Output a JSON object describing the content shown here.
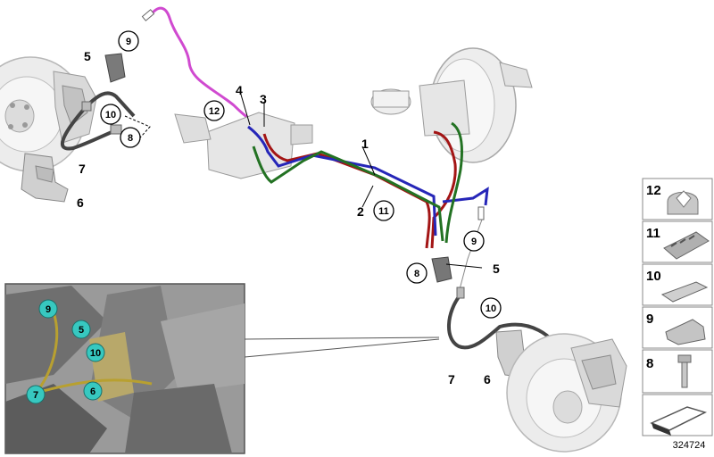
{
  "callouts": {
    "c1": "1",
    "c2": "2",
    "c3": "3",
    "c4": "4",
    "c5a": "5",
    "c5b": "5",
    "c6a": "6",
    "c6b": "6",
    "c7a": "7",
    "c7b": "7",
    "c8a": "8",
    "c8b": "8",
    "c9a": "9",
    "c9b": "9",
    "c10a": "10",
    "c10b": "10",
    "c11": "11",
    "c12": "12"
  },
  "inset_callouts": {
    "i9": "9",
    "i5": "5",
    "i10": "10",
    "i7": "7",
    "i6": "6"
  },
  "legend": [
    "12",
    "11",
    "10",
    "9",
    "8"
  ],
  "reference_number": "324724",
  "colors": {
    "line_magenta": "#d04ad0",
    "line_red": "#a31515",
    "line_blue": "#2626b8",
    "line_green": "#237223",
    "inset_teal": "#37c8c0",
    "parts_gray": "#c8c8c8"
  }
}
